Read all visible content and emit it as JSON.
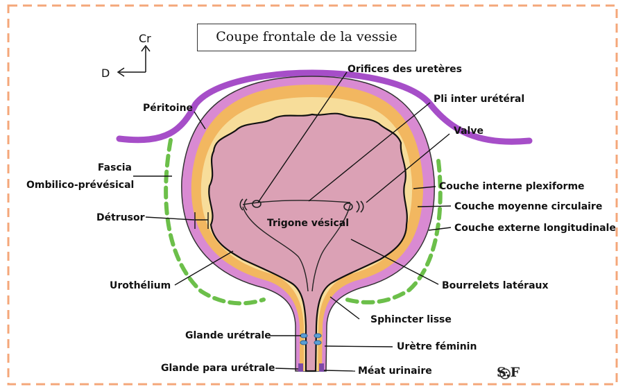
{
  "title": "Coupe frontale de la vessie",
  "orientation": {
    "cranial": "Cr",
    "direction": "D"
  },
  "labels": {
    "orifices": "Orifices des uretères",
    "pli": "Pli inter urétéral",
    "valve": "Valve",
    "peritoine": "Péritoine",
    "fascia_1": "Fascia",
    "fascia_2": "Ombilico-prévésical",
    "detrusor": "Détrusor",
    "trigone": "Trigone vésical",
    "couche_interne": "Couche interne plexiforme",
    "couche_moyenne": "Couche moyenne circulaire",
    "couche_externe": "Couche externe longitudinale",
    "urothelium": "Urothélium",
    "bourrelets": "Bourrelets latéraux",
    "sphincter": "Sphincter lisse",
    "glande_uretrale": "Glande urétrale",
    "uretre": "Urètre féminin",
    "glande_para": "Glande para urétrale",
    "meat": "Méat urinaire"
  },
  "credit": "S.F",
  "colors": {
    "frame": "#f4a77a",
    "peritoine": "#a64ec8",
    "fascia": "#6cbf4a",
    "couche_externe": "#d98ad2",
    "couche_moyenne": "#f2b760",
    "couche_interne": "#f7dd9a",
    "lumen": "#dba1b5"
  }
}
